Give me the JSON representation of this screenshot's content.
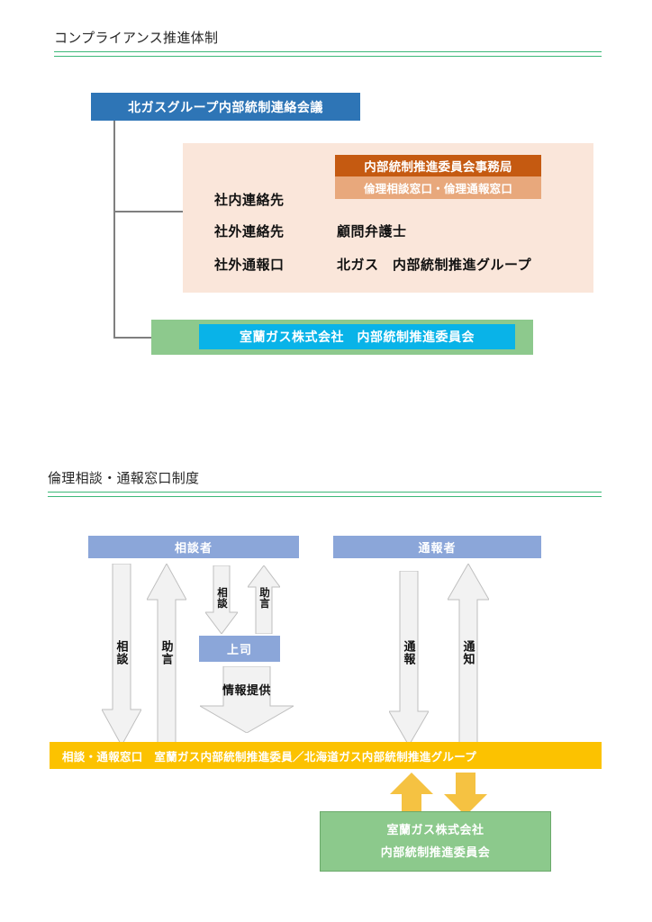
{
  "sections": [
    {
      "title": "コンプライアンス推進体制",
      "org_chart": {
        "top_box": "北ガスグループ内部統制連絡会議",
        "contact_panel": {
          "office_box": "内部統制推進委員会事務局",
          "desk_box": "倫理相談窓口・倫理通報窓口",
          "rows": [
            {
              "label": "社内連絡先",
              "value": ""
            },
            {
              "label": "社外連絡先",
              "value": "顧問弁護士"
            },
            {
              "label": "社外通報口",
              "value": "北ガス　内部統制推進グループ"
            }
          ]
        },
        "subsidiary_box": "室蘭ガス株式会社　内部統制推進委員会"
      }
    },
    {
      "title": "倫理相談・通報窓口制度",
      "flow_chart": {
        "actors": [
          {
            "name": "consulter",
            "label": "相談者"
          },
          {
            "name": "whistleblower",
            "label": "通報者"
          }
        ],
        "boss_label": "上司",
        "arrows": [
          {
            "name": "consult-to-desk",
            "label": "相談",
            "direction": "down"
          },
          {
            "name": "advice-from-desk",
            "label": "助言",
            "direction": "up"
          },
          {
            "name": "consult-to-boss",
            "label": "相談",
            "direction": "down"
          },
          {
            "name": "advice-from-boss",
            "label": "助言",
            "direction": "up"
          },
          {
            "name": "boss-info-provide",
            "label": "情報提供",
            "direction": "down"
          },
          {
            "name": "report-to-desk",
            "label": "通報",
            "direction": "down"
          },
          {
            "name": "notice-from-desk",
            "label": "通知",
            "direction": "up"
          }
        ],
        "desk_bar": "相談・通報窓口　室蘭ガス内部統制推進委員／北海道ガス内部統制推進グループ",
        "committee_box": {
          "line1": "室蘭ガス株式会社",
          "line2": "内部統制推進委員会"
        }
      }
    }
  ],
  "colors": {
    "accent_green": "#3cb878",
    "header_blue": "#2e75b6",
    "peach": "#fae6da",
    "dark_orange": "#c55a11",
    "light_orange": "#e8a87c",
    "band_green": "#8dc98d",
    "cyan": "#09b3e8",
    "actor_blue": "#8ba6d9",
    "bar_orange": "#fcc200",
    "arrow_gray": "#f2f2f2",
    "arrow_yellow": "#f5c242"
  }
}
